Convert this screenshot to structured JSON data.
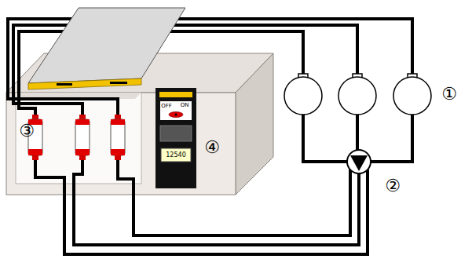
{
  "diagram": {
    "labels": [
      "①",
      "②",
      "③",
      "④",
      "OFF",
      "ON",
      "12540"
    ]
  }
}
